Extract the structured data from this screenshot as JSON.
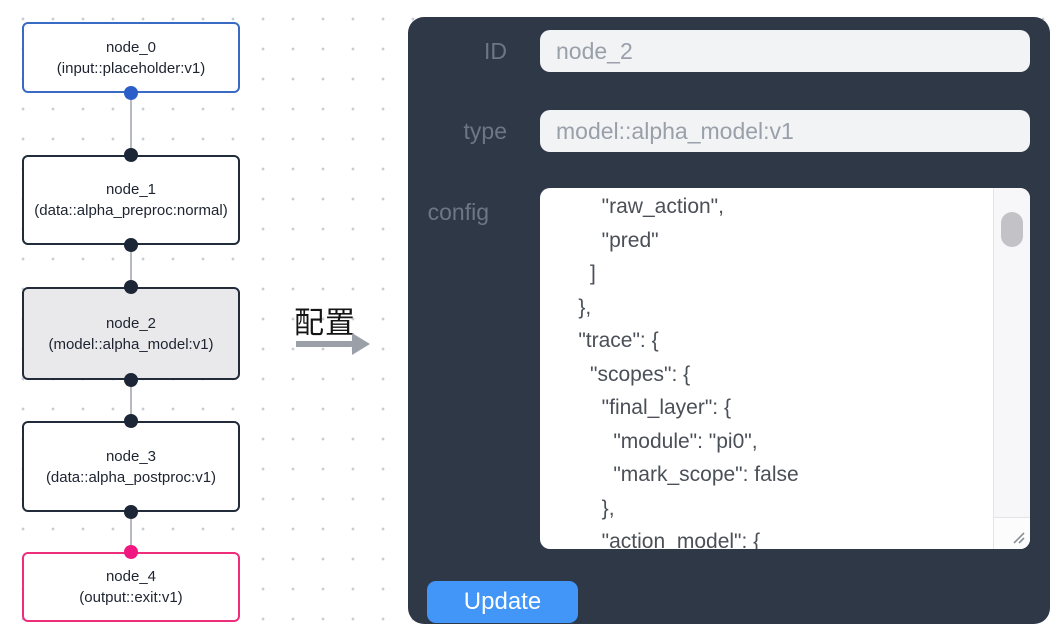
{
  "canvas": {
    "nodes": [
      {
        "label": "node_0",
        "type_text": "(input::placeholder:v1)",
        "variant": "input"
      },
      {
        "label": "node_1",
        "type_text": "(data::alpha_preproc:normal)",
        "variant": "default"
      },
      {
        "label": "node_2",
        "type_text": "(model::alpha_model:v1)",
        "variant": "selected"
      },
      {
        "label": "node_3",
        "type_text": "(data::alpha_postproc:v1)",
        "variant": "default"
      },
      {
        "label": "node_4",
        "type_text": "(output::exit:v1)",
        "variant": "output"
      }
    ]
  },
  "transition": {
    "label": "配置"
  },
  "panel": {
    "id_label": "ID",
    "id_value": "node_2",
    "type_label": "type",
    "type_value": "model::alpha_model:v1",
    "config_label": "config",
    "config_text": "        \"raw_action\",\n        \"pred\"\n      ]\n    },\n    \"trace\": {\n      \"scopes\": {\n        \"final_layer\": {\n          \"module\": \"pi0\",\n          \"mark_scope\": false\n        },\n        \"action_model\": {",
    "update_label": "Update"
  },
  "colors": {
    "panel_background": "#2f3847",
    "update_button": "#4196f7",
    "input_node_border": "#3a6bc4",
    "output_node_border": "#ee2e7b",
    "default_node_border": "#222b3a",
    "selected_node_fill": "#e9e9eb",
    "input_port_dot": "#2b5ec9",
    "output_port_dot": "#f01880",
    "default_port_dot": "#1d2637",
    "edge_line": "#b6b9be"
  }
}
